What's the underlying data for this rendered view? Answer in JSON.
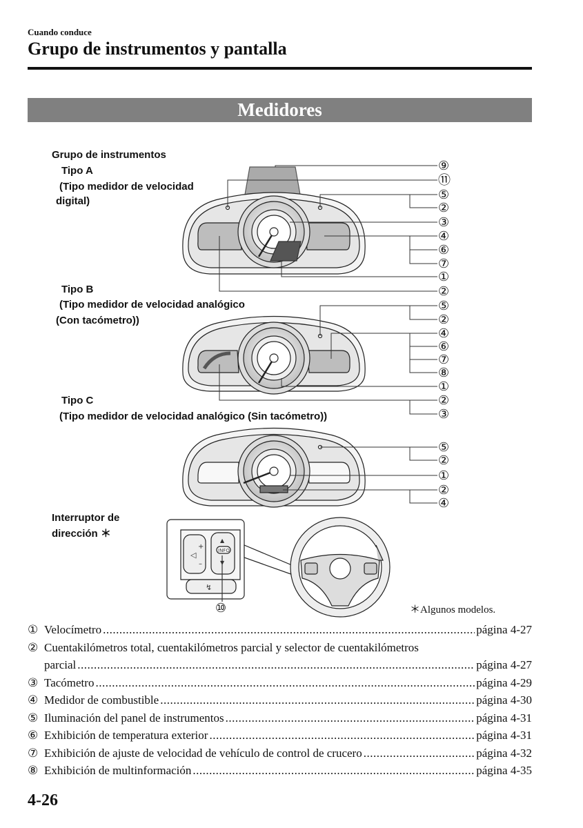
{
  "header": {
    "section": "Cuando conduce",
    "title": "Grupo de instrumentos y pantalla"
  },
  "banner": "Medidores",
  "figure": {
    "heading": "Grupo de instrumentos",
    "type_a": {
      "name": "Tipo A",
      "desc_1": "(Tipo medidor de velocidad",
      "desc_2": "digital)"
    },
    "type_b": {
      "name": "Tipo B",
      "desc_1": "(Tipo medidor de velocidad analógico",
      "desc_2": "(Con tacómetro))"
    },
    "type_c": {
      "name": "Tipo C",
      "desc_1": "(Tipo medidor de velocidad analógico (Sin tacómetro))"
    },
    "switch": {
      "label_1": "Interruptor de",
      "label_2": "dirección ＊"
    },
    "callouts_a": [
      "⑨",
      "⑪",
      "⑤",
      "②",
      "③",
      "④",
      "⑥",
      "⑦",
      "①",
      "②"
    ],
    "callouts_b": [
      "⑤",
      "②",
      "④",
      "⑥",
      "⑦",
      "⑧",
      "①",
      "②",
      "③"
    ],
    "callouts_c": [
      "⑤",
      "②",
      "①",
      "②",
      "④"
    ],
    "callout_switch": "⑩",
    "footnote": "＊Algunos modelos."
  },
  "legend": [
    {
      "num": "①",
      "text": "Velocímetro",
      "page": "página 4-27"
    },
    {
      "num": "②",
      "text": "Cuentakilómetros total, cuentakilómetros parcial y selector de cuentakilómetros",
      "text2": "parcial",
      "page": "página 4-27"
    },
    {
      "num": "③",
      "text": "Tacómetro",
      "page": "página 4-29"
    },
    {
      "num": "④",
      "text": "Medidor de combustible",
      "page": "página 4-30"
    },
    {
      "num": "⑤",
      "text": "Iluminación del panel de instrumentos",
      "page": "página 4-31"
    },
    {
      "num": "⑥",
      "text": "Exhibición de temperatura exterior",
      "page": "página 4-31"
    },
    {
      "num": "⑦",
      "text": "Exhibición de ajuste de velocidad de vehículo de control de crucero",
      "page": "página 4-32"
    },
    {
      "num": "⑧",
      "text": "Exhibición de multinformación",
      "page": "página 4-35"
    }
  ],
  "page_number": "4-26"
}
